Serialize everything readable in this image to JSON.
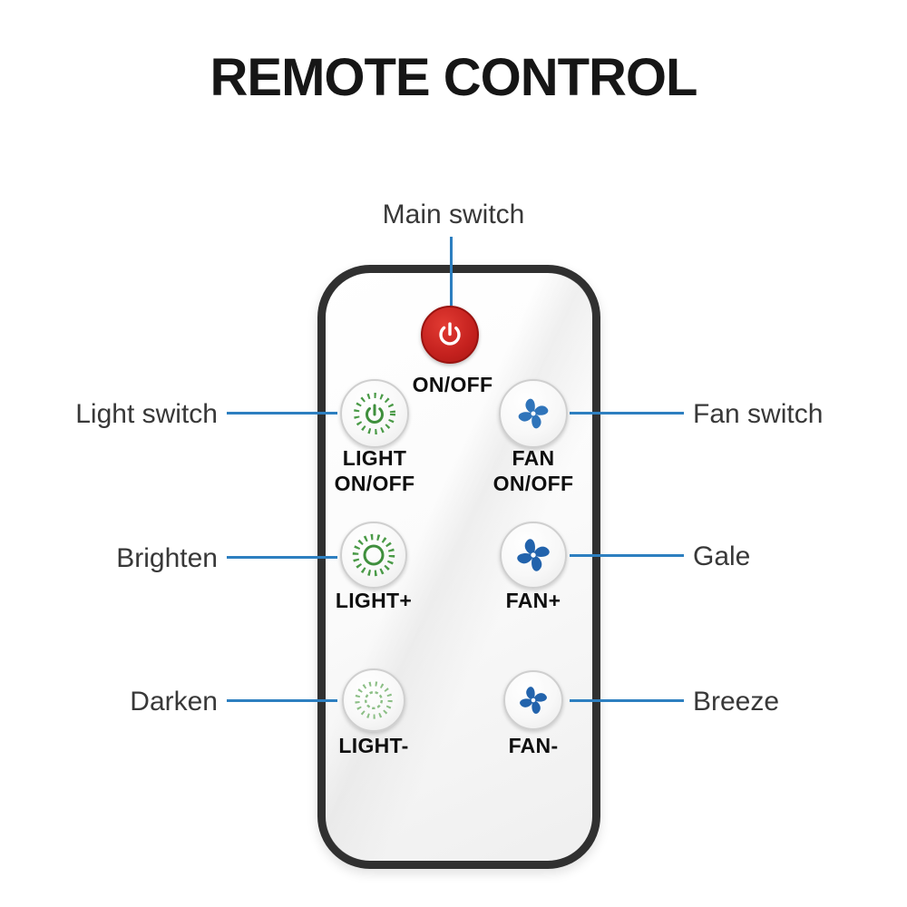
{
  "title": "REMOTE CONTROL",
  "annotations": {
    "main_switch": "Main switch",
    "light_switch": "Light switch",
    "fan_switch": "Fan switch",
    "brighten": "Brighten",
    "gale": "Gale",
    "darken": "Darken",
    "breeze": "Breeze"
  },
  "remote": {
    "power": {
      "label": "ON/OFF"
    },
    "light_onoff": {
      "line1": "LIGHT",
      "line2": "ON/OFF"
    },
    "fan_onoff": {
      "line1": "FAN",
      "line2": "ON/OFF"
    },
    "light_plus": {
      "label": "LIGHT+"
    },
    "fan_plus": {
      "label": "FAN+"
    },
    "light_minus": {
      "label": "LIGHT-"
    },
    "fan_minus": {
      "label": "FAN-"
    }
  },
  "icons": {
    "power": "power-icon (circle with stem, gap at top)",
    "light": "sun-rays-icon (ring with radial dashes)",
    "fan": "fan-blades-icon (4-blade pinwheel)"
  },
  "colors": {
    "callout_line": "#2d7fc0",
    "power_red": "#c4211e",
    "fan_blue": "#2263ac",
    "light_green": "#4a9a47",
    "light_green_soft": "#8cbf86",
    "remote_border": "#303030",
    "annotation_text": "#383838",
    "button_label_text": "#0f0f0f"
  }
}
